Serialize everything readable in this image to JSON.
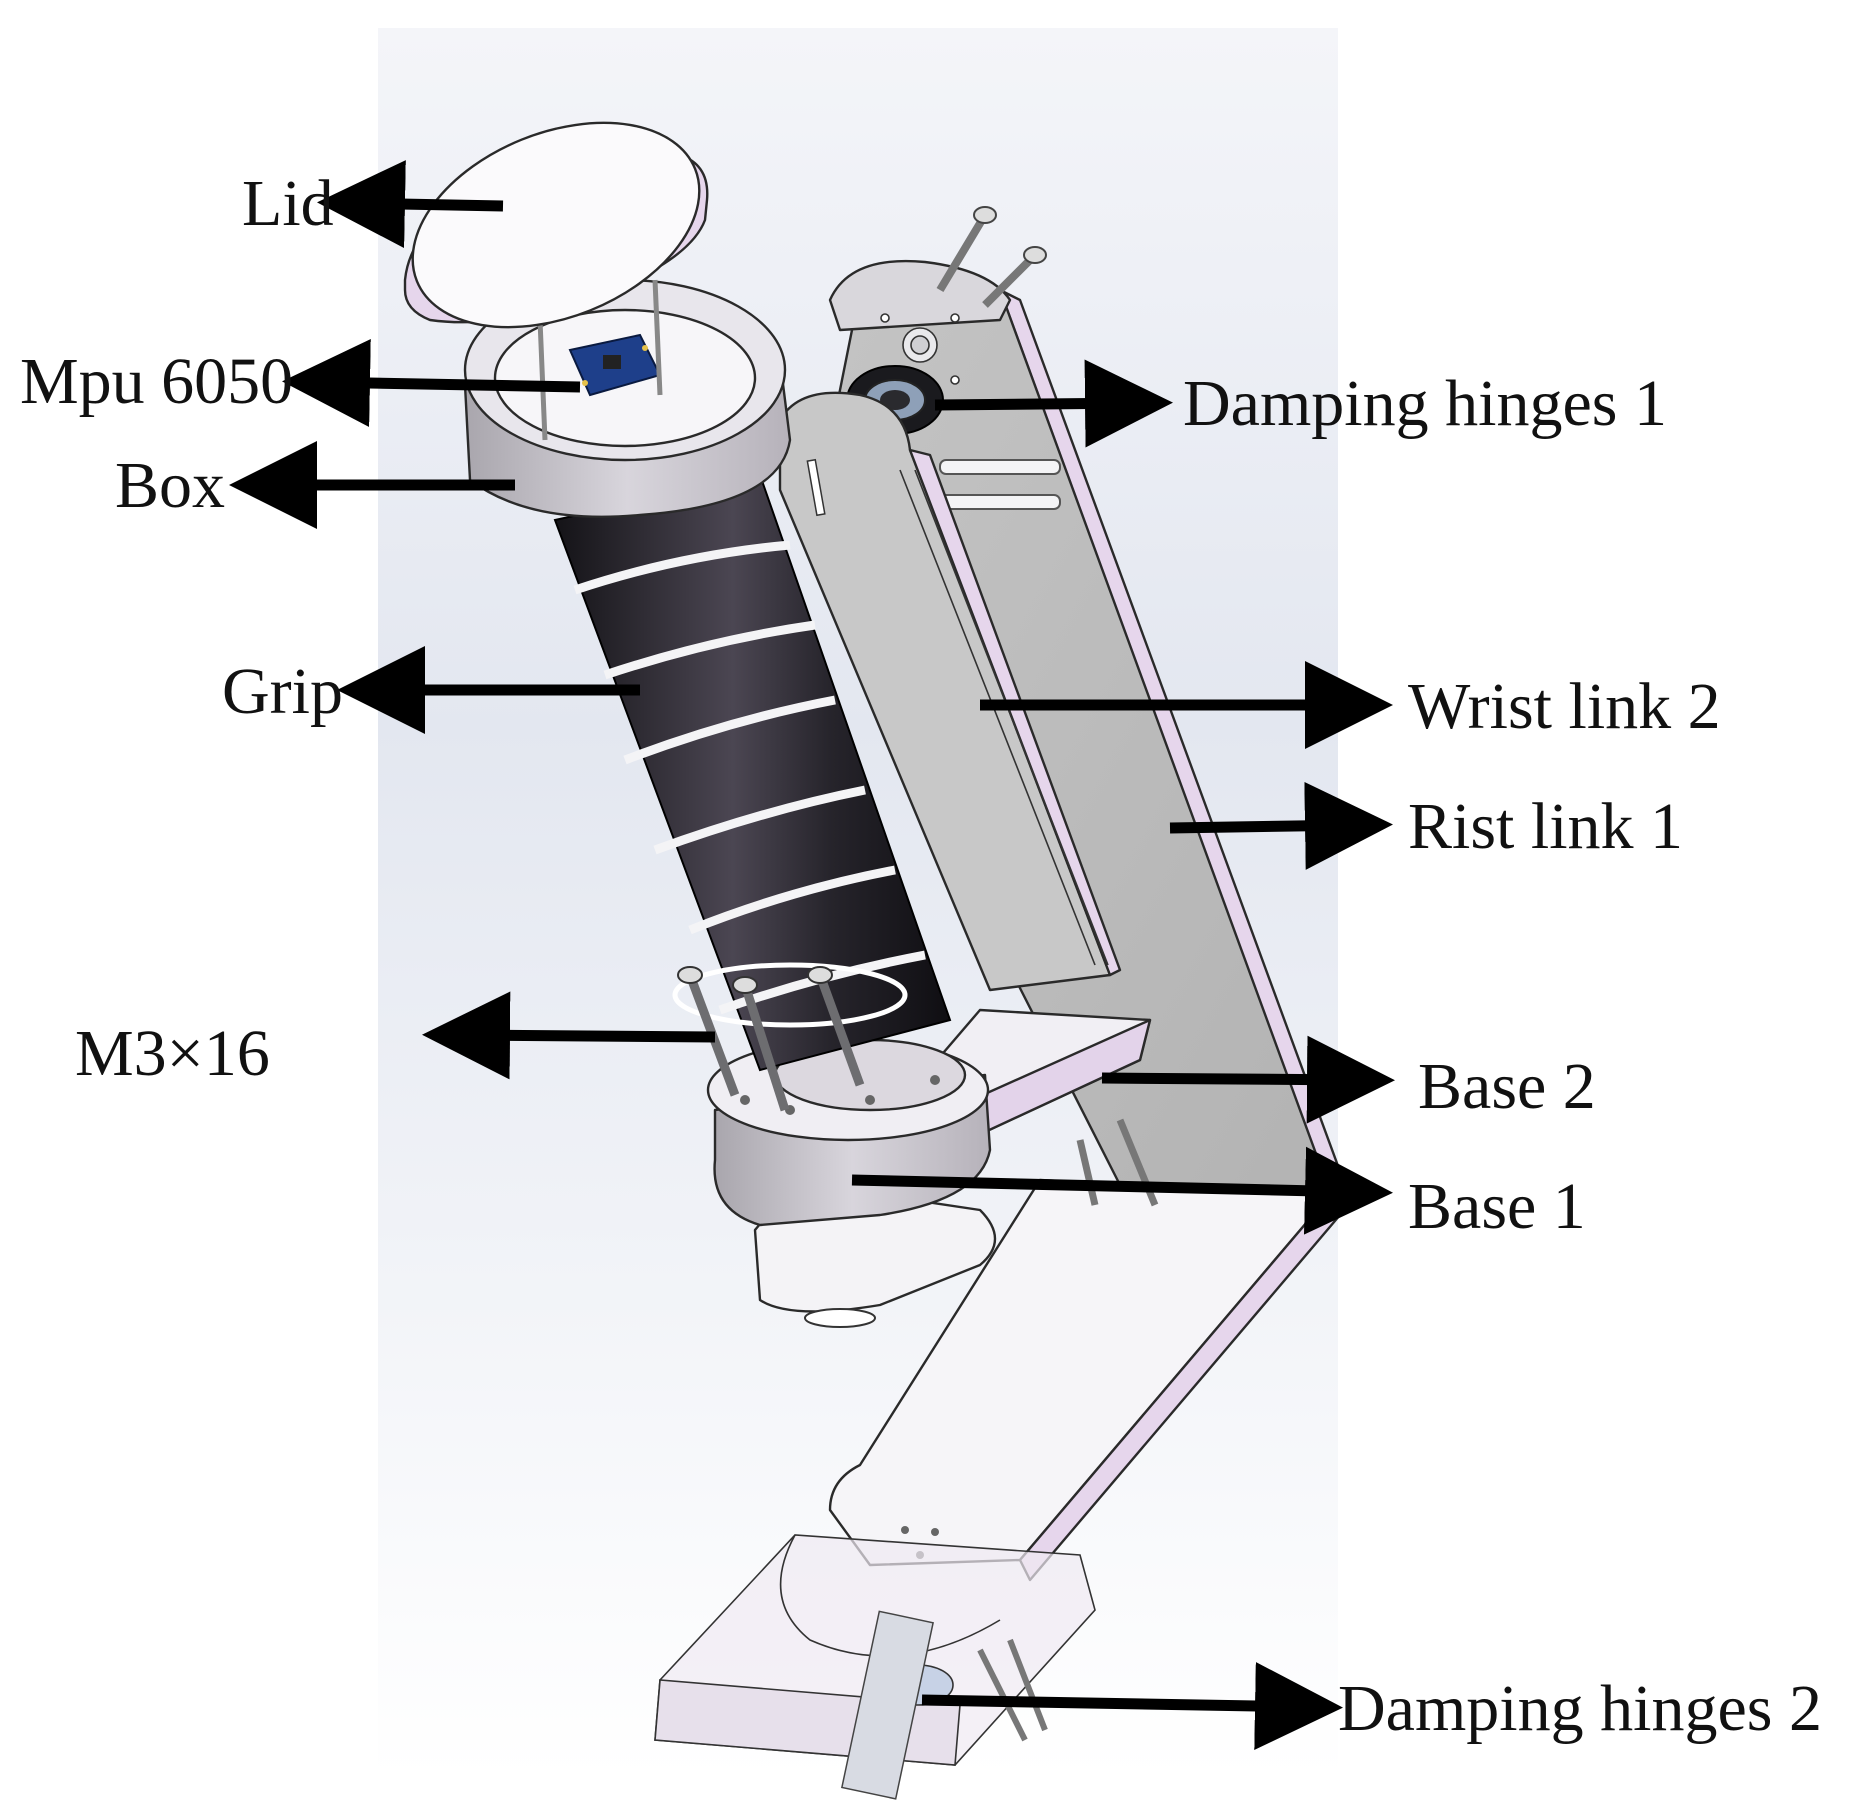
{
  "labels": {
    "lid": "Lid",
    "mpu": "Mpu 6050",
    "box": "Box",
    "grip": "Grip",
    "m3x16": "M3×16",
    "damping_hinges_1": "Damping hinges 1",
    "wrist_link_2": "Wrist link 2",
    "rist_link_1": "Rist link 1",
    "base_2": "Base 2",
    "base_1": "Base 1",
    "damping_hinges_2": "Damping hinges 2"
  },
  "colors": {
    "background_panel": "#e4e7f0",
    "metal_light": "#f3f1f6",
    "metal_mid": "#c9c6cd",
    "metal_dark": "#a9a6ad",
    "plate_edge": "#e6d6ec",
    "grip_black": "#1b1a1f",
    "grip_highlight": "#5a5560",
    "pcb_blue": "#1e3f8a",
    "arrow": "#000000"
  }
}
